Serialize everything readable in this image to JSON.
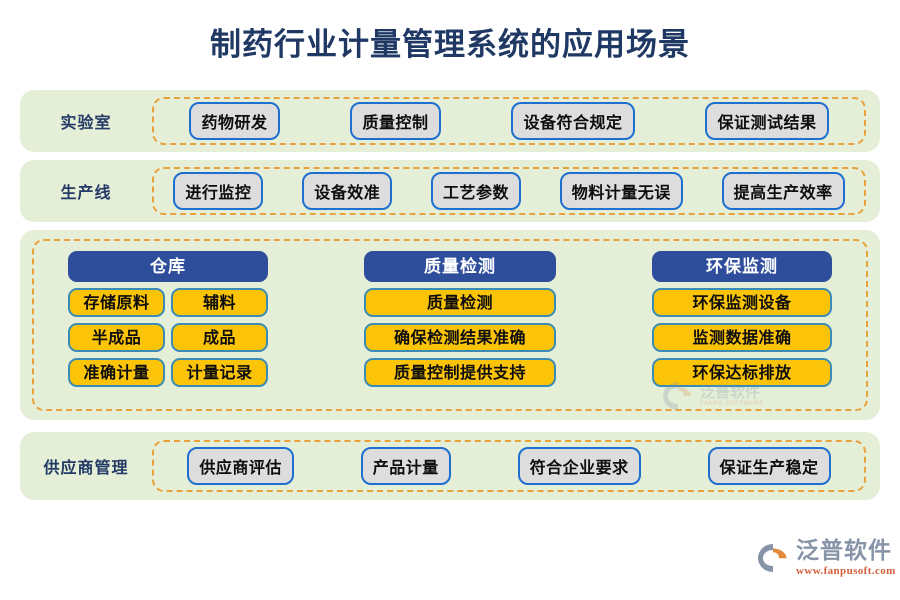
{
  "title": "制药行业计量管理系统的应用场景",
  "colors": {
    "title": "#1F3864",
    "panel_bg": "#E5EFD7",
    "dashed_border": "#E9A23B",
    "chip_bg": "#DDDDDD",
    "chip_border": "#1F6FD0",
    "header_blue": "#2E4E9C",
    "tile_yellow": "#FBC409",
    "tile_border": "#3A8BB5",
    "logo_url": "#D2603A"
  },
  "rows": {
    "lab": {
      "label": "实验室",
      "items": [
        "药物研发",
        "质量控制",
        "设备符合规定",
        "保证测试结果"
      ]
    },
    "line": {
      "label": "生产线",
      "items": [
        "进行监控",
        "设备效准",
        "工艺参数",
        "物料计量无误",
        "提高生产效率"
      ]
    },
    "supplier": {
      "label": "供应商管理",
      "items": [
        "供应商评估",
        "产品计量",
        "符合企业要求",
        "保证生产稳定"
      ]
    }
  },
  "columns": [
    {
      "header": "仓库",
      "layout": "grid",
      "items": [
        "存储原料",
        "辅料",
        "半成品",
        "成品",
        "准确计量",
        "计量记录"
      ]
    },
    {
      "header": "质量检测",
      "layout": "stack",
      "items": [
        "质量检测",
        "确保检测结果准确",
        "质量控制提供支持"
      ]
    },
    {
      "header": "环保监测",
      "layout": "stack",
      "items": [
        "环保监测设备",
        "监测数据准确",
        "环保达标排放"
      ]
    }
  ],
  "watermark": {
    "name": "泛普软件",
    "sub": "FANPU SOFTWARE"
  },
  "logo": {
    "name": "泛普软件",
    "url": "www.fanpusoft.com"
  }
}
